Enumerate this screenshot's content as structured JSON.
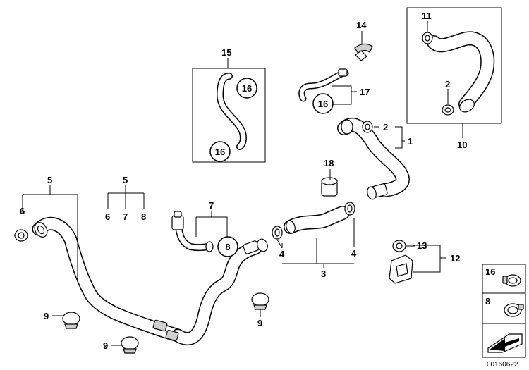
{
  "diagram": {
    "labels": {
      "l1": "1",
      "l2a": "2",
      "l2b": "2",
      "l3": "3",
      "l4a": "4",
      "l4b": "4",
      "l5a": "5",
      "l5b": "5",
      "l6a": "6",
      "l6b": "6",
      "l7a": "7",
      "l7b": "7",
      "l8": "8",
      "l9a": "9",
      "l9b": "9",
      "l9c": "9",
      "l10": "10",
      "l11": "11",
      "l12": "12",
      "l13": "13",
      "l14": "14",
      "l15": "15",
      "l17": "17",
      "l18": "18"
    },
    "circled": {
      "c16a": "16",
      "c16b": "16",
      "c16c": "16",
      "c8": "8"
    },
    "legend": {
      "item1_num": "16",
      "item2_num": "8"
    },
    "doc_number": "00160622"
  }
}
